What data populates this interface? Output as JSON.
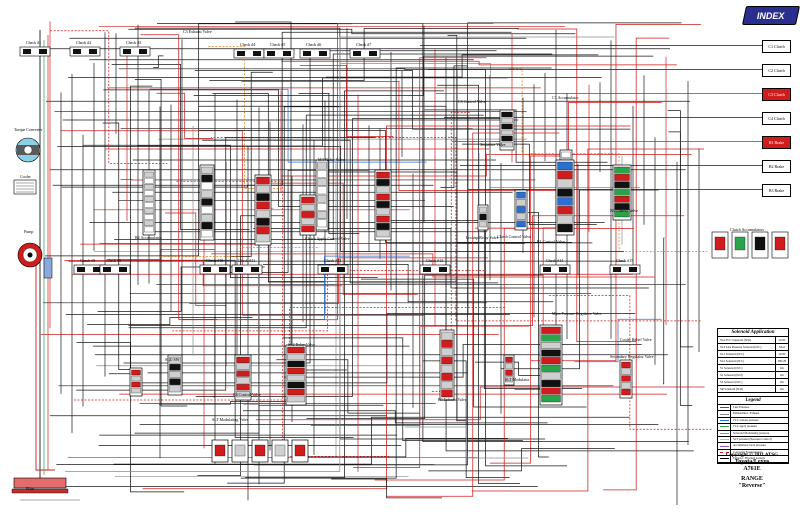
{
  "header": {
    "index_label": "INDEX"
  },
  "clutches": [
    {
      "label": "C1\nClutch",
      "state": "off"
    },
    {
      "label": "C2\nClutch",
      "state": "off"
    },
    {
      "label": "C3\nClutch",
      "state": "on"
    },
    {
      "label": "C4\nClutch",
      "state": "off"
    },
    {
      "label": "B1\nBrake",
      "state": "on"
    },
    {
      "label": "B2\nBrake",
      "state": "off"
    },
    {
      "label": "B3\nBrake",
      "state": "off"
    }
  ],
  "valve_labels": {
    "c3_exhaust": "C3 Exhaust Valve",
    "c1_accumulator": "C1 Accumulator",
    "c3_control": "C3 Control Valve",
    "sequence": "Sequence Valve",
    "b2_accumulator": "B2 Accumulator",
    "b1_control": "B1 Control Valve",
    "ma_relay": "MA Relay Valve",
    "clutch_apply": "Clutch Apply Control Valve",
    "b3_control": "B3 Control Valve",
    "clutch_control": "Clutch Control Valve",
    "lockup_relay": "Lockup Relay Valve",
    "slu_sw": "SLU SW",
    "sl_relay": "SL2 Relay Valve",
    "slt": "SLT Modulating Valve",
    "c4_control": "C4 Control Valve",
    "b3_exhaust": "B3 Exhaust Valve",
    "slt_relay": "SLT Modulator",
    "primary_regulator": "Main Pressure Regulator Valve",
    "secondary_regulator": "Secondary Regulator Valve",
    "slt_solenoid": "SLT Solenoid",
    "cooler_relief": "Cooler Relief Valve",
    "clutch_accumulators": "Clutch Accumulators",
    "torque_converter": "Torque Converter",
    "cooler": "Cooler",
    "pump": "Pump",
    "filter": "Filter"
  },
  "checkballs": [
    "Check #1",
    "Check #2",
    "Check #3",
    "Check #4",
    "Check #5",
    "Check #6",
    "Check #7",
    "Check #8",
    "Check #9",
    "Check #10",
    "Check #11",
    "Check #12",
    "Check #13",
    "Check #14",
    "Check #15"
  ],
  "solenoid_table": {
    "title": "Solenoid Application",
    "rows": [
      {
        "name": "SL4 TCC Solenoid (N/O)",
        "state": "LOW"
      },
      {
        "name": "SLT Line Pressure Solenoid (N/C)",
        "state": "Mod"
      },
      {
        "name": "SL1 Solenoid (N/C)",
        "state": "LOW"
      },
      {
        "name": "SL2 Solenoid (N/C)",
        "state": "HIGH"
      },
      {
        "name": "S1 Solenoid (N/C)",
        "state": "On"
      },
      {
        "name": "S2 Solenoid (N/O)",
        "state": "On"
      },
      {
        "name": "S3 Solenoid (N/C)",
        "state": "On"
      },
      {
        "name": "SR Solenoid (N/O)",
        "state": "On"
      }
    ]
  },
  "legend": {
    "title": "Legend",
    "rows": [
      {
        "name": "Line Pressure",
        "color": "#d01c1c",
        "style": "solid"
      },
      {
        "name": "Exhaust/Rev. Exhaust",
        "color": "#8c8c8c",
        "style": "solid"
      },
      {
        "name": "TCC release pressure",
        "color": "#2c6fd0",
        "style": "solid"
      },
      {
        "name": "TCC apply pressure",
        "color": "#2aa34a",
        "style": "solid"
      },
      {
        "name": "Solenoid Modulating pressure",
        "color": "#e07d1a",
        "style": "solid"
      },
      {
        "name": "SLT pressure (Pressure Control)",
        "color": "#e6c21a",
        "style": "solid"
      },
      {
        "name": "Accumulator back pressure",
        "color": "#9b4fb0",
        "style": "solid"
      },
      {
        "name": "Converter Feed pressure",
        "color": "#d01c1c",
        "style": "dashed"
      },
      {
        "name": "Exhaust / Blocked passage",
        "color": "#000000",
        "style": "solid"
      }
    ]
  },
  "footer": {
    "copyright": "Copyright © 2011 ATSG",
    "model": "Toyota/Lexus",
    "trans": "A761E",
    "range_label": "RANGE",
    "range_value": "\"Reverse\""
  },
  "colors": {
    "line": "#d01c1c",
    "wire": "#1a1a1a",
    "exhaust": "#8c8c8c",
    "index": "#2a2f8f"
  }
}
